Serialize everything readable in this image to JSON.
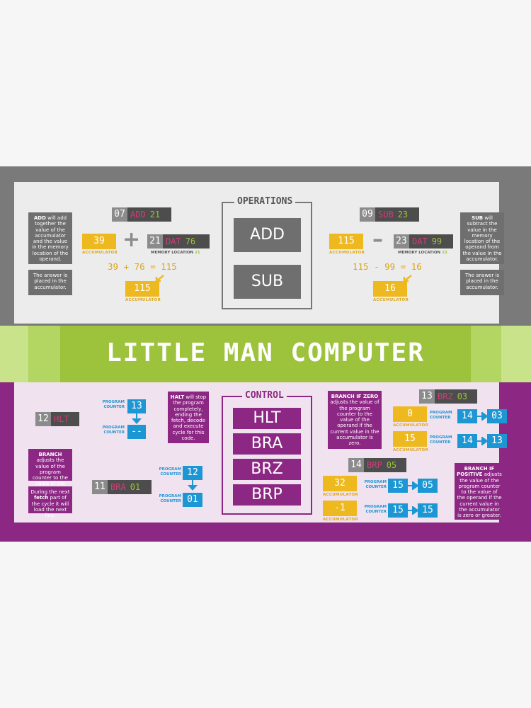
{
  "title": "LITTLE MAN COMPUTER",
  "colors": {
    "gray": "#6f6f6f",
    "green": "#9dc23c",
    "purple": "#8c2884",
    "yellow": "#eeb81f",
    "blue": "#1c97d4",
    "pink": "#d43b7a"
  },
  "operations": {
    "heading": "OPERATIONS",
    "buttons": [
      "ADD",
      "SUB"
    ]
  },
  "add": {
    "note_keyword": "ADD",
    "note_text": " will add together the value of the accumulator and the value in the memory location of the operand.",
    "note2": "The answer is placed in the accumulator.",
    "instr": {
      "num": "07",
      "op": "ADD",
      "val": "21"
    },
    "acc": "39",
    "acc_label": "ACCUMULATOR",
    "plus": "+",
    "mem": {
      "num": "21",
      "op": "DAT",
      "val": "76"
    },
    "mem_label": "MEMORY LOCATION",
    "mem_loc": "21",
    "equation": "39 + 76 = 115",
    "result": "115",
    "result_label": "ACCUMULATOR"
  },
  "sub": {
    "note_keyword": "SUB",
    "note_text": " will subtract the value in the memory location of the operand from the value in the accumulator.",
    "note2": "The answer is placed in the accumulator.",
    "instr": {
      "num": "09",
      "op": "SUB",
      "val": "23"
    },
    "acc": "115",
    "acc_label": "ACCUMULATOR",
    "minus": "–",
    "mem": {
      "num": "23",
      "op": "DAT",
      "val": "99"
    },
    "mem_label": "MEMORY LOCATION",
    "mem_loc": "23",
    "equation": "115 - 99 = 16",
    "result": "16",
    "result_label": "ACCUMULATOR"
  },
  "control": {
    "heading": "CONTROL",
    "buttons": [
      "HLT",
      "BRA",
      "BRZ",
      "BRP"
    ]
  },
  "hlt": {
    "instr": {
      "num": "12",
      "op": "HLT"
    },
    "pc_label": "PROGRAM COUNTER",
    "pc_before": "13",
    "pc_after": "--",
    "note_keyword": "HALT",
    "note_text": " will stop the program completely, ending the fetch, decode and execute cycle for this code."
  },
  "bra": {
    "note_keyword": "BRANCH",
    "note_text": " adjusts the value of the program counter to the value of the operand.",
    "note2_a": "During the next ",
    "note2_keyword": "fetch",
    "note2_b": " part of the cycle it will load the next line.",
    "instr": {
      "num": "11",
      "op": "BRA",
      "val": "01"
    },
    "pc_label": "PROGRAM COUNTER",
    "pc_before": "12",
    "pc_after": "01"
  },
  "brz": {
    "note_keyword": "BRANCH IF ZERO",
    "note_text": " adjusts the value of the program counter to the value of the operand if the current value in the accumulator is zero.",
    "instr": {
      "num": "13",
      "op": "BRZ",
      "val": "03"
    },
    "acc_label": "ACCUMULATOR",
    "pc_label": "PROGRAM COUNTER",
    "rows": [
      {
        "acc": "0",
        "pc_from": "14",
        "pc_to": "03"
      },
      {
        "acc": "15",
        "pc_from": "14",
        "pc_to": "13"
      }
    ]
  },
  "brp": {
    "note_keyword": "BRANCH IF POSITIVE",
    "note_text": " adjusts the value of the program counter to the value of the operand if the current value in the accumulator is zero or greater.",
    "instr": {
      "num": "14",
      "op": "BRP",
      "val": "05"
    },
    "acc_label": "ACCUMULATOR",
    "pc_label": "PROGRAM COUNTER",
    "rows": [
      {
        "acc": "32",
        "pc_from": "15",
        "pc_to": "05"
      },
      {
        "acc": "-1",
        "pc_from": "15",
        "pc_to": "15"
      }
    ]
  }
}
